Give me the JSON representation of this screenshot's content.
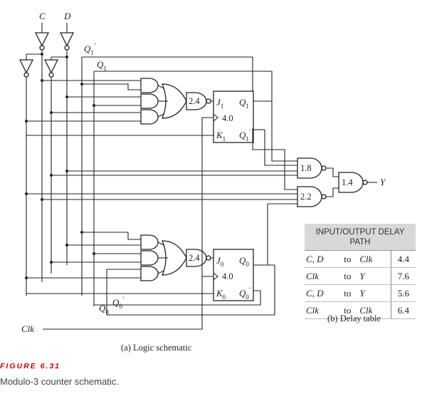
{
  "schematic": {
    "inputs": {
      "c": "C",
      "d": "D",
      "clk": "Clk"
    },
    "feedback": {
      "q1p": "Q",
      "q1": "Q",
      "q0p": "Q",
      "q0": "Q"
    },
    "gates": {
      "nand_upper": "2.4",
      "nand_lower": "2.4",
      "nand_mid_1": "1.8",
      "nand_mid_2": "2.2",
      "nand_out": "1.4"
    },
    "ff1": {
      "j": "J",
      "k": "K",
      "q": "Q",
      "qp": "Q",
      "sub": "1",
      "delay": "4.0"
    },
    "ff0": {
      "j": "J",
      "k": "K",
      "q": "Q",
      "qp": "Q",
      "sub": "0",
      "delay": "4.0"
    },
    "output": "Y",
    "caption_a": "(a) Logic schematic"
  },
  "delay_table": {
    "header": "INPUT/OUTPUT DELAY PATH",
    "rows": [
      {
        "source": "C, D",
        "to": "to",
        "dest": "Clk",
        "value": "4.4"
      },
      {
        "source": "Clk",
        "to": "to",
        "dest": "Y",
        "value": "7.6"
      },
      {
        "source": "C, D",
        "to": "to",
        "dest": "Y",
        "value": "5.6"
      },
      {
        "source": "Clk",
        "to": "to",
        "dest": "Clk",
        "value": "6.4"
      }
    ],
    "caption_b": "(b) Delay table"
  },
  "figure": {
    "label": "FIGURE 6.31",
    "caption": "Modulo-3 counter schematic."
  }
}
